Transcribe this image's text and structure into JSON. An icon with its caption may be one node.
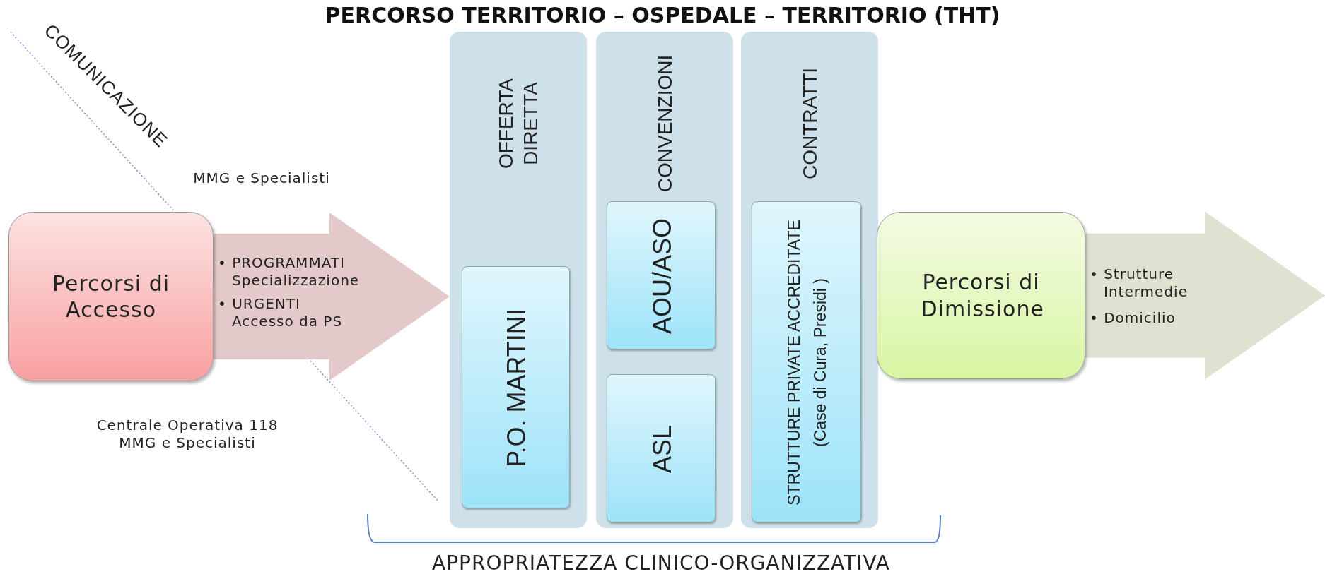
{
  "diagram": {
    "title": "PERCORSO TERRITORIO – OSPEDALE – TERRITORIO (THT)",
    "nodes": [
      {
        "text": [
          "Percorsi di Accesso"
        ]
      },
      {
        "text": [
          "OFFERTA DIRETTA"
        ]
      },
      {
        "text": [
          "P.O. MARTINI"
        ],
        "in": 1
      },
      {
        "text": [
          "CONVENZIONI"
        ]
      },
      {
        "text": [
          "AOU/ASO"
        ],
        "in": 3
      },
      {
        "text": [
          "ASL"
        ],
        "in": 3
      },
      {
        "text": [
          "CONTRATTI"
        ]
      },
      {
        "text": [
          "STRUTTURE PRIVATE ACCREDITATE",
          "(Case di Cura, Presidi )"
        ],
        "in": 6
      },
      {
        "text": [
          "Percorsi di Dimissione"
        ]
      }
    ],
    "edges": [
      {
        "from": 0,
        "to": 1,
        "arrow": "to",
        "color": "#e3c9c9"
      },
      {
        "from": 8,
        "to": null,
        "arrow": "to",
        "color": "#dde3d0"
      }
    ],
    "labels": [
      "COMUNICAZIONE",
      "MMG e Specialisti",
      "• PROGRAMMATI Specializzazione",
      "• URGENTI Accesso da PS",
      "Centrale Operativa 118 MMG e Specialisti",
      "• Strutture Intermedie",
      "• Domicilio",
      "APPROPRIATEZZA CLINICO-ORGANIZZATIVA"
    ]
  }
}
